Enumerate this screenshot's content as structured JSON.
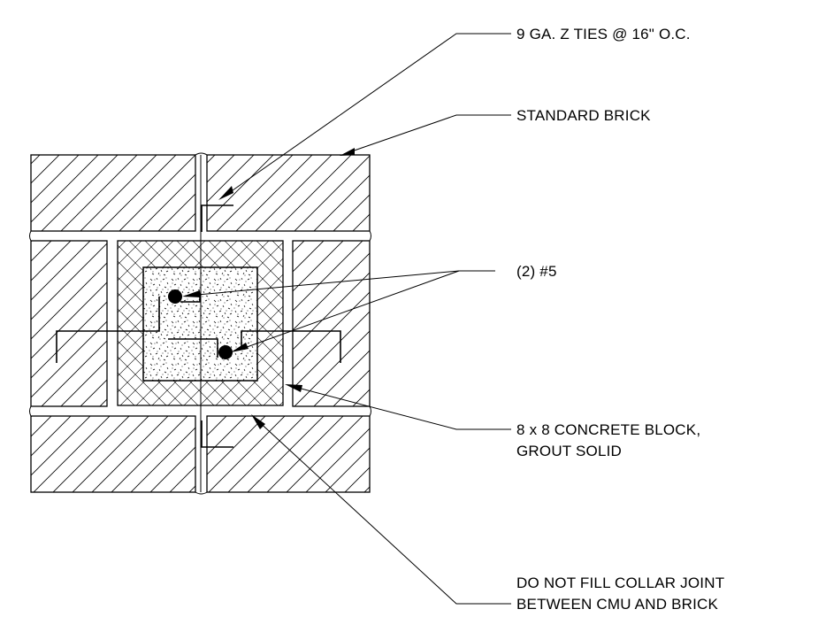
{
  "labels": {
    "ties": "9 GA. Z TIES @ 16\" O.C.",
    "brick": "STANDARD BRICK",
    "rebar": "(2) #5",
    "block_line1": "8 x 8 CONCRETE BLOCK,",
    "block_line2": "GROUT SOLID",
    "collar_line1": "DO NOT FILL COLLAR JOINT",
    "collar_line2": "BETWEEN CMU AND BRICK"
  },
  "colors": {
    "line": "#000000",
    "background": "#ffffff"
  }
}
